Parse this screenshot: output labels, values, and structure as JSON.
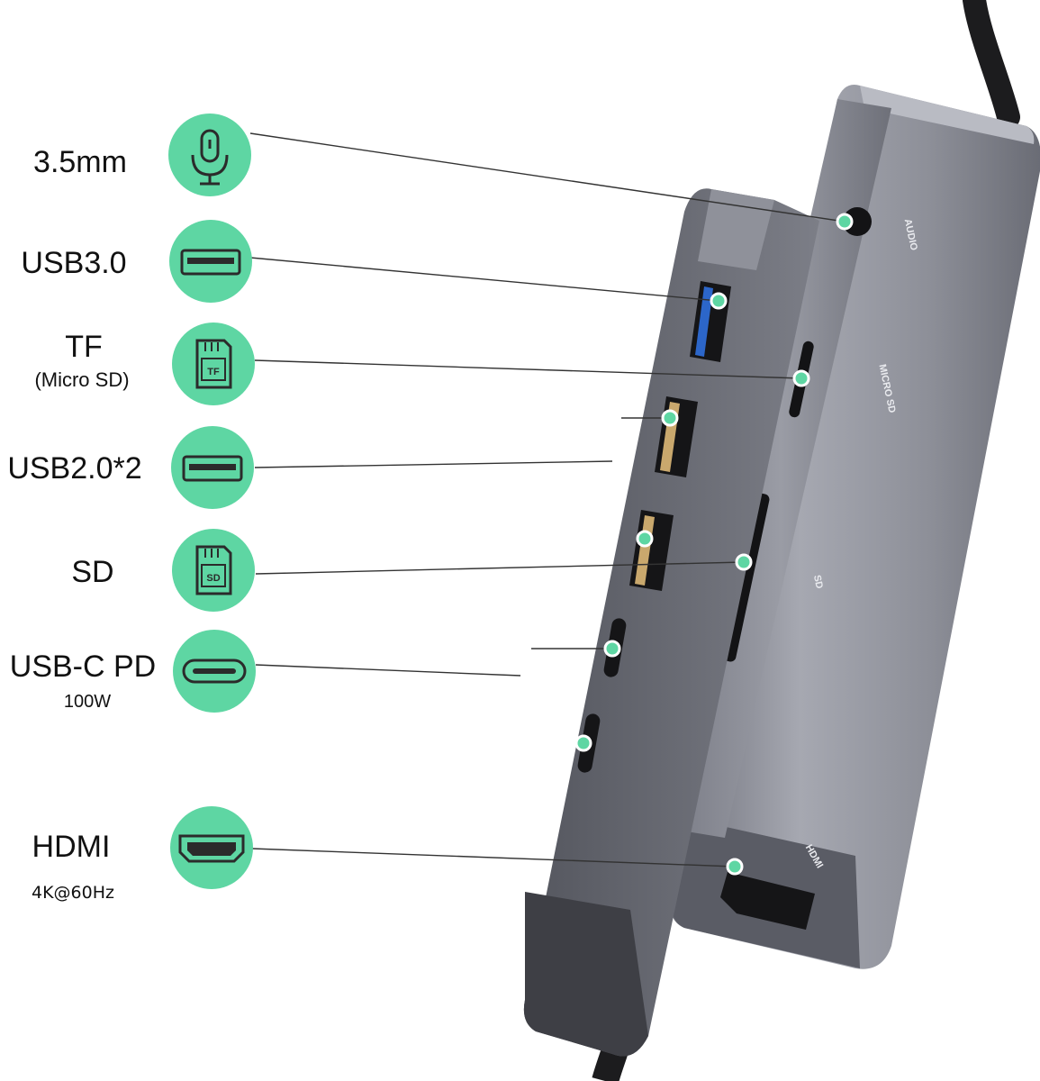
{
  "colors": {
    "accent": "#5ed6a3",
    "icon_stroke": "#2b2b2b",
    "hub_body": "#8c8e99",
    "hub_dark": "#5b5d66",
    "cable": "#1c1c1e",
    "port_dot": "#5ed6a3"
  },
  "ports": [
    {
      "id": "audio",
      "label": "3.5mm",
      "sublabel": "",
      "icon": "microphone-icon"
    },
    {
      "id": "usb30",
      "label": "USB3.0",
      "sublabel": "",
      "icon": "usb-a-port-icon"
    },
    {
      "id": "tf",
      "label": "TF",
      "sublabel": "(Micro SD)",
      "icon": "tf-card-icon",
      "icon_text": "TF"
    },
    {
      "id": "usb20",
      "label": "USB2.0*2",
      "sublabel": "",
      "icon": "usb-a-port-icon"
    },
    {
      "id": "sd",
      "label": "SD",
      "sublabel": "",
      "icon": "sd-card-icon",
      "icon_text": "SD"
    },
    {
      "id": "usbc",
      "label": "USB-C PD",
      "sublabel": "100W",
      "icon": "usb-c-port-icon"
    },
    {
      "id": "hdmi",
      "label": "HDMI",
      "sublabel": "4K@60Hz",
      "icon": "hdmi-port-icon"
    }
  ],
  "device_labels": {
    "audio": "AUDIO",
    "micro_sd": "MICRO SD",
    "sd": "SD",
    "hdmi": "HDMI"
  }
}
